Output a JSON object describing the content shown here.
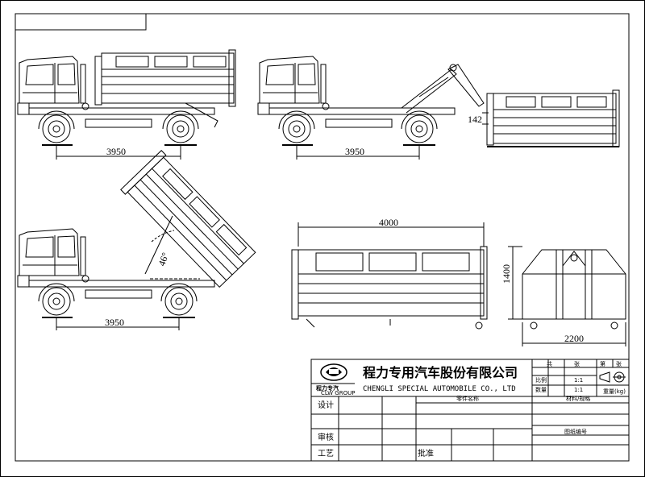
{
  "dimensions": {
    "wheelbase_1": "3950",
    "wheelbase_2": "3950",
    "wheelbase_3": "3950",
    "lift_height": "142",
    "tilt_angle": "46°",
    "container_length": "4000",
    "container_height": "1400",
    "container_width": "2200"
  },
  "title_block": {
    "company_cn": "程力专用汽车股份有限公司",
    "company_en": "CHENGLI SPECIAL AUTOMOBILE CO., LTD",
    "logo_text": "程力专汽",
    "logo_sub": "CLW GROUP",
    "part_name_label": "零件名称",
    "material_label": "材料/规格",
    "drawing_no_label": "图纸编号",
    "design_label": "设计",
    "review_label": "审核",
    "process_label": "工艺",
    "approve_label": "批准",
    "header_cells": [
      "共",
      "张",
      "第",
      "张"
    ],
    "scale_label": "比例",
    "scale_value": "1:1",
    "scale_label_2": "数量",
    "scale_value_2": "1:1",
    "weight_label": "重量(kg)"
  }
}
